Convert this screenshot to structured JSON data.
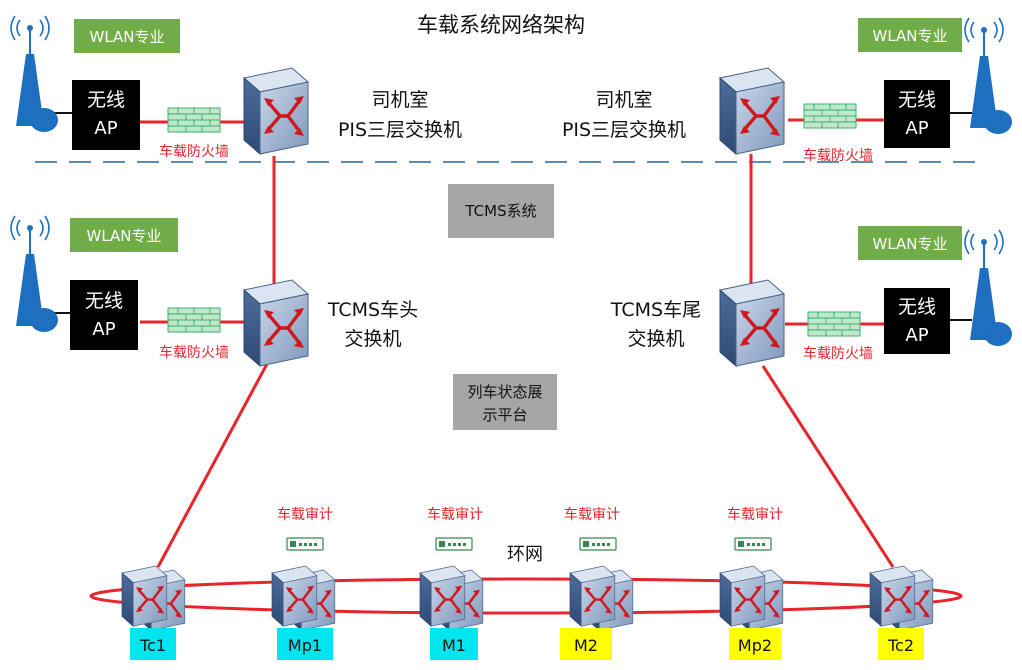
{
  "title": "车载系统网络架构",
  "wlan_label": "WLAN专业",
  "ap_label": {
    "line1": "无线",
    "line2": "AP"
  },
  "firewall_label": "车载防火墙",
  "cab_switch_label": {
    "line1": "司机室",
    "line2": "PIS三层交换机"
  },
  "tcms_system_label": "TCMS系统",
  "head_switch_label": {
    "line1": "TCMS车头",
    "line2": "交换机"
  },
  "tail_switch_label": {
    "line1": "TCMS车尾",
    "line2": "交换机"
  },
  "display_platform_label": {
    "line1": "列车状态展",
    "line2": "示平台"
  },
  "audit_label": "车载审计",
  "ring_label": "环网",
  "cars": [
    {
      "name": "Tc1",
      "color": "#00e5ee"
    },
    {
      "name": "Mp1",
      "color": "#00e5ee"
    },
    {
      "name": "M1",
      "color": "#00e5ee"
    },
    {
      "name": "M2",
      "color": "#ffff00"
    },
    {
      "name": "Mp2",
      "color": "#ffff00"
    },
    {
      "name": "Tc2",
      "color": "#ffff00"
    }
  ],
  "colors": {
    "link_red": "#e8252a",
    "wlan_green": "#70ad47",
    "gray_box": "#a6a6a6",
    "dash_blue": "#5b8db8",
    "antenna_blue": "#1f6fc0",
    "switch_blue": "#5b7fae",
    "firewall_green": "#3fae6a"
  }
}
